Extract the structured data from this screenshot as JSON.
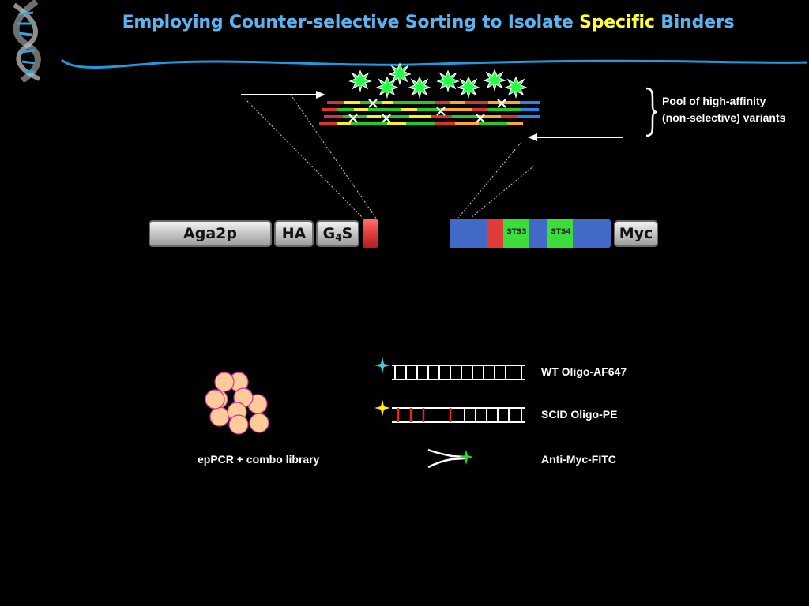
{
  "title": {
    "part1": "Employing Counter-selective Sorting to Isolate ",
    "highlight": "Specific",
    "part2": " Binders"
  },
  "pool_label": {
    "line1": "Pool of high-affinity",
    "line2": "(non-selective) variants"
  },
  "construct": {
    "aga2p": "Aga2p",
    "ha": "HA",
    "g4s_main": "G",
    "g4s_sub": "4",
    "g4s_tail": "S",
    "sts3": "STS3",
    "sts4": "STS4",
    "myc": "Myc"
  },
  "library_label": "epPCR + combo library",
  "legend": {
    "wt": "WT Oligo-AF647",
    "scid": "SCID Oligo-PE",
    "antimyc": "Anti-Myc-FITC"
  },
  "colors": {
    "title": "#5bb4f2",
    "highlight": "#ffff33",
    "wave": "#1e9be0",
    "blue_domain": "#4169c8",
    "red_domain": "#e03c3c",
    "green_domain": "#3ddc3d",
    "bead_fill": "#ffcc99",
    "bead_edge": "#cc3399",
    "af647": "#44ccdd",
    "pe": "#ffee22",
    "fitc": "#22dd22"
  }
}
